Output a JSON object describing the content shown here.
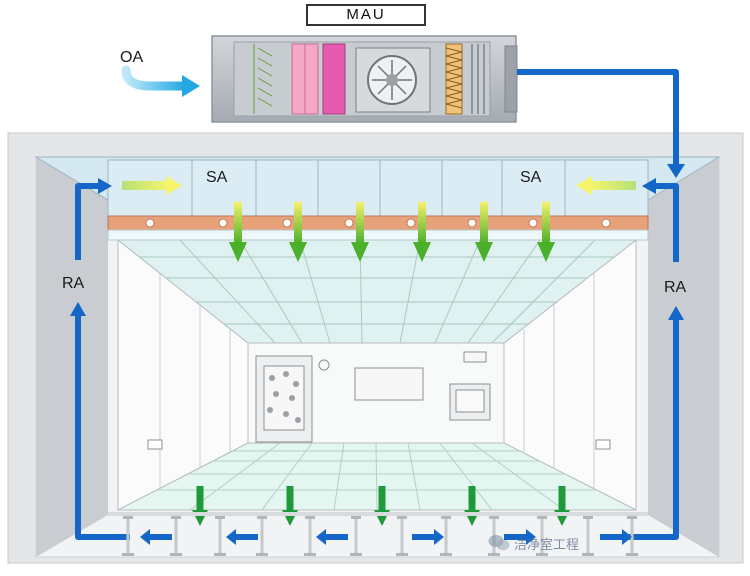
{
  "labels": {
    "unit_name": "MAU",
    "outdoor_air": "OA",
    "supply_air_left": "SA",
    "supply_air_right": "SA",
    "return_air_left": "RA",
    "return_air_right": "RA"
  },
  "watermark": {
    "icon": "wechat-logo-icon",
    "text": "洁净室工程"
  },
  "colors": {
    "airflow_return": "#1466c8",
    "airflow_outdoor": "#29b6e8",
    "airflow_supply": "#6cc02a",
    "airflow_down_floor": "#1e9a3a",
    "ceiling_panel": "#d9ebf3",
    "floor_grid": "#d8f3ec",
    "hepa_strip": "#e7a27a",
    "heating_coil": "#e45bb0",
    "cooling_coil": "#f4a8c6",
    "humidifier_coil": "#e8a640",
    "mau_casing": "#b9bec4"
  }
}
